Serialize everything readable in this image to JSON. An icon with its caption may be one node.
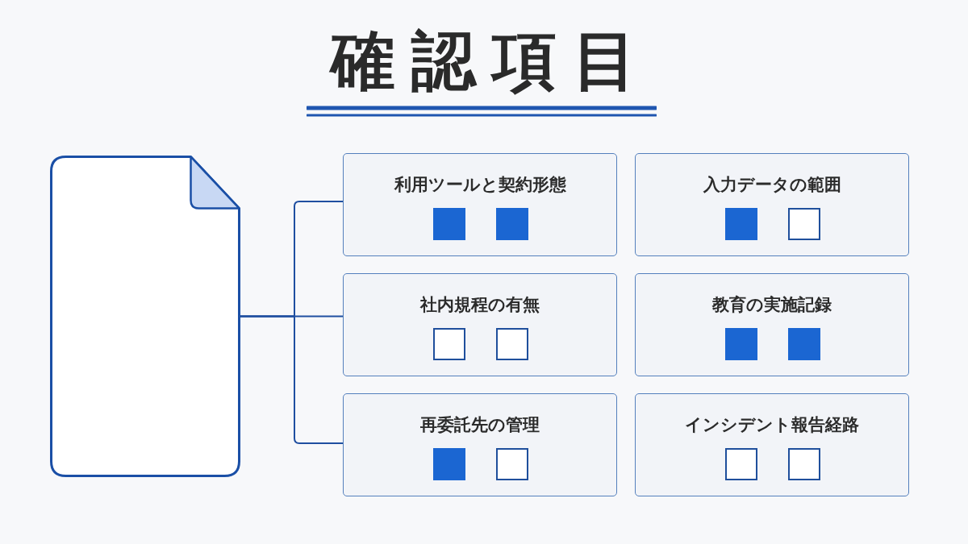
{
  "diagram": {
    "title": "確認項目",
    "nodes": [
      {
        "text": [],
        "shape": "document"
      },
      {
        "text": [
          "利用ツールと契約形態"
        ]
      },
      {
        "text": [],
        "shape": "block",
        "in": 1
      },
      {
        "text": [],
        "shape": "block",
        "in": 1
      },
      {
        "text": [
          "入力データの範囲"
        ]
      },
      {
        "text": [],
        "shape": "block",
        "in": 4
      },
      {
        "text": [],
        "shape": "square",
        "in": 4
      },
      {
        "text": [
          "社内規程の有無"
        ]
      },
      {
        "text": [],
        "shape": "square",
        "in": 7
      },
      {
        "text": [],
        "shape": "square",
        "in": 7
      },
      {
        "text": [
          "教育の実施記録"
        ]
      },
      {
        "text": [],
        "shape": "block",
        "in": 10
      },
      {
        "text": [],
        "shape": "block",
        "in": 10
      },
      {
        "text": [
          "再委託先の管理"
        ]
      },
      {
        "text": [],
        "shape": "block",
        "in": 13
      },
      {
        "text": [],
        "shape": "square",
        "in": 13
      },
      {
        "text": [
          "インシデント報告経路"
        ]
      },
      {
        "text": [],
        "shape": "square",
        "in": 16
      },
      {
        "text": [],
        "shape": "square",
        "in": 16
      }
    ],
    "edges": [
      {
        "from": 0,
        "to": 1,
        "arrow": "none"
      },
      {
        "from": 0,
        "to": 7,
        "arrow": "none"
      },
      {
        "from": 0,
        "to": 13,
        "arrow": "none"
      }
    ]
  }
}
